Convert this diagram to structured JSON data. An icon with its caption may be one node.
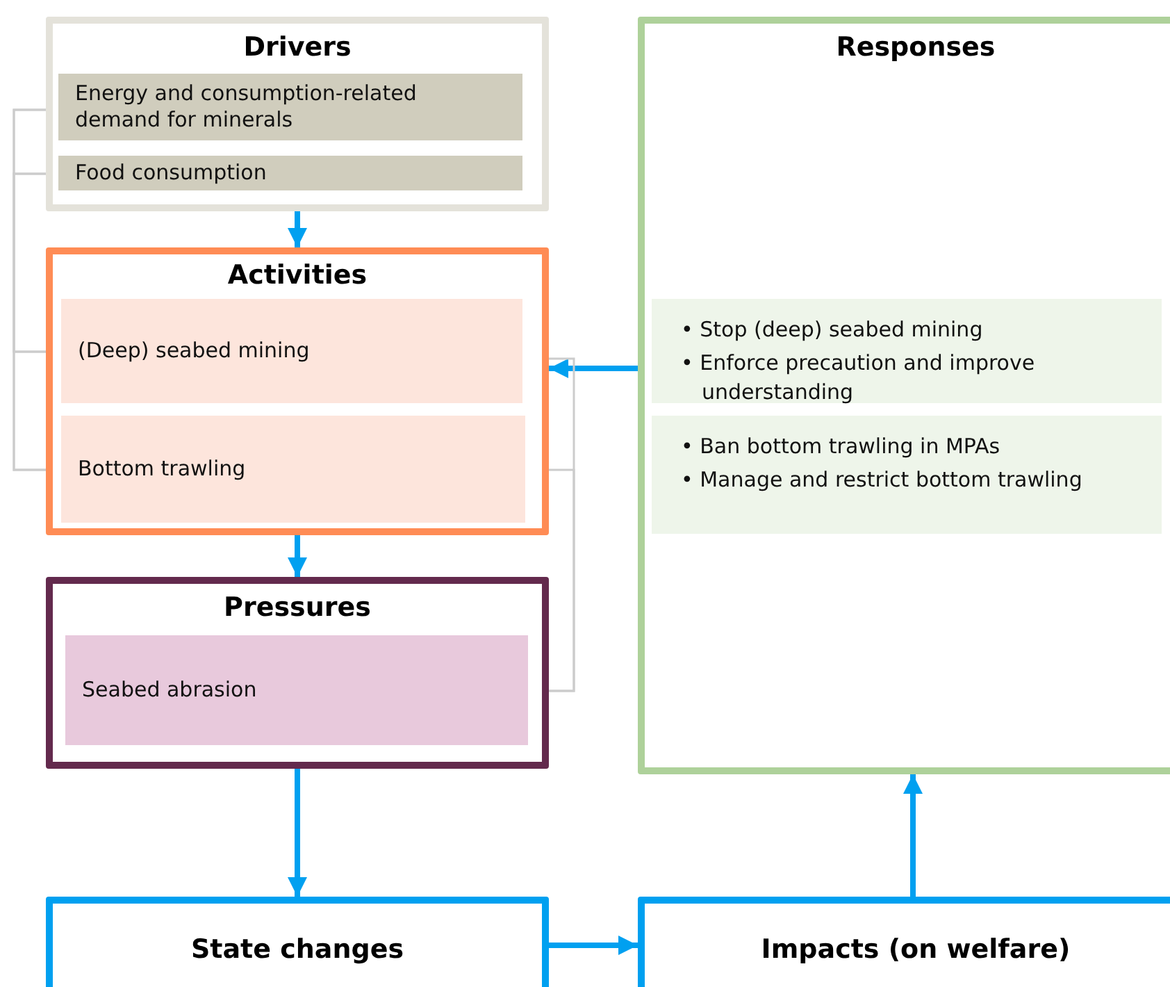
{
  "diagram": {
    "nodes": [
      {
        "text": [
          "Drivers"
        ]
      },
      {
        "text": [
          "Energy and consumption-related demand for minerals"
        ],
        "in": 0
      },
      {
        "text": [
          "Food consumption"
        ],
        "in": 0
      },
      {
        "text": [
          "Activities"
        ]
      },
      {
        "text": [
          "(Deep) seabed mining"
        ],
        "in": 3
      },
      {
        "text": [
          "Bottom trawling"
        ],
        "in": 3
      },
      {
        "text": [
          "Pressures"
        ]
      },
      {
        "text": [
          "Seabed abrasion"
        ],
        "in": 6
      },
      {
        "text": [
          "State changes"
        ]
      },
      {
        "text": [
          "Impacts (on welfare)"
        ]
      },
      {
        "text": [
          "Responses"
        ]
      },
      {
        "text": [
          "• Stop (deep) seabed mining",
          "• Enforce precaution and improve understanding"
        ],
        "in": 10
      },
      {
        "text": [
          "• Ban bottom trawling in MPAs",
          "• Manage and restrict bottom trawling"
        ],
        "in": 10
      }
    ],
    "edges": [
      {
        "from": 0,
        "to": 3,
        "arrow": "to",
        "style": "thick"
      },
      {
        "from": 3,
        "to": 6,
        "arrow": "to",
        "style": "thick"
      },
      {
        "from": 6,
        "to": 8,
        "arrow": "to",
        "style": "thick"
      },
      {
        "from": 8,
        "to": 9,
        "arrow": "to",
        "style": "thick"
      },
      {
        "from": 9,
        "to": 10,
        "arrow": "to",
        "style": "thick"
      },
      {
        "from": 10,
        "to": 3,
        "arrow": "to",
        "style": "thick"
      },
      {
        "from": 1,
        "to": 4,
        "arrow": "to",
        "color": "#cccccc"
      },
      {
        "from": 1,
        "to": 5,
        "arrow": "to",
        "color": "#cccccc"
      },
      {
        "from": 2,
        "to": 4,
        "arrow": "to",
        "color": "#cccccc"
      },
      {
        "from": 2,
        "to": 5,
        "arrow": "to",
        "color": "#cccccc"
      },
      {
        "from": 4,
        "to": 7,
        "arrow": "to",
        "color": "#cccccc"
      },
      {
        "from": 5,
        "to": 7,
        "arrow": "to",
        "color": "#cccccc"
      }
    ]
  }
}
